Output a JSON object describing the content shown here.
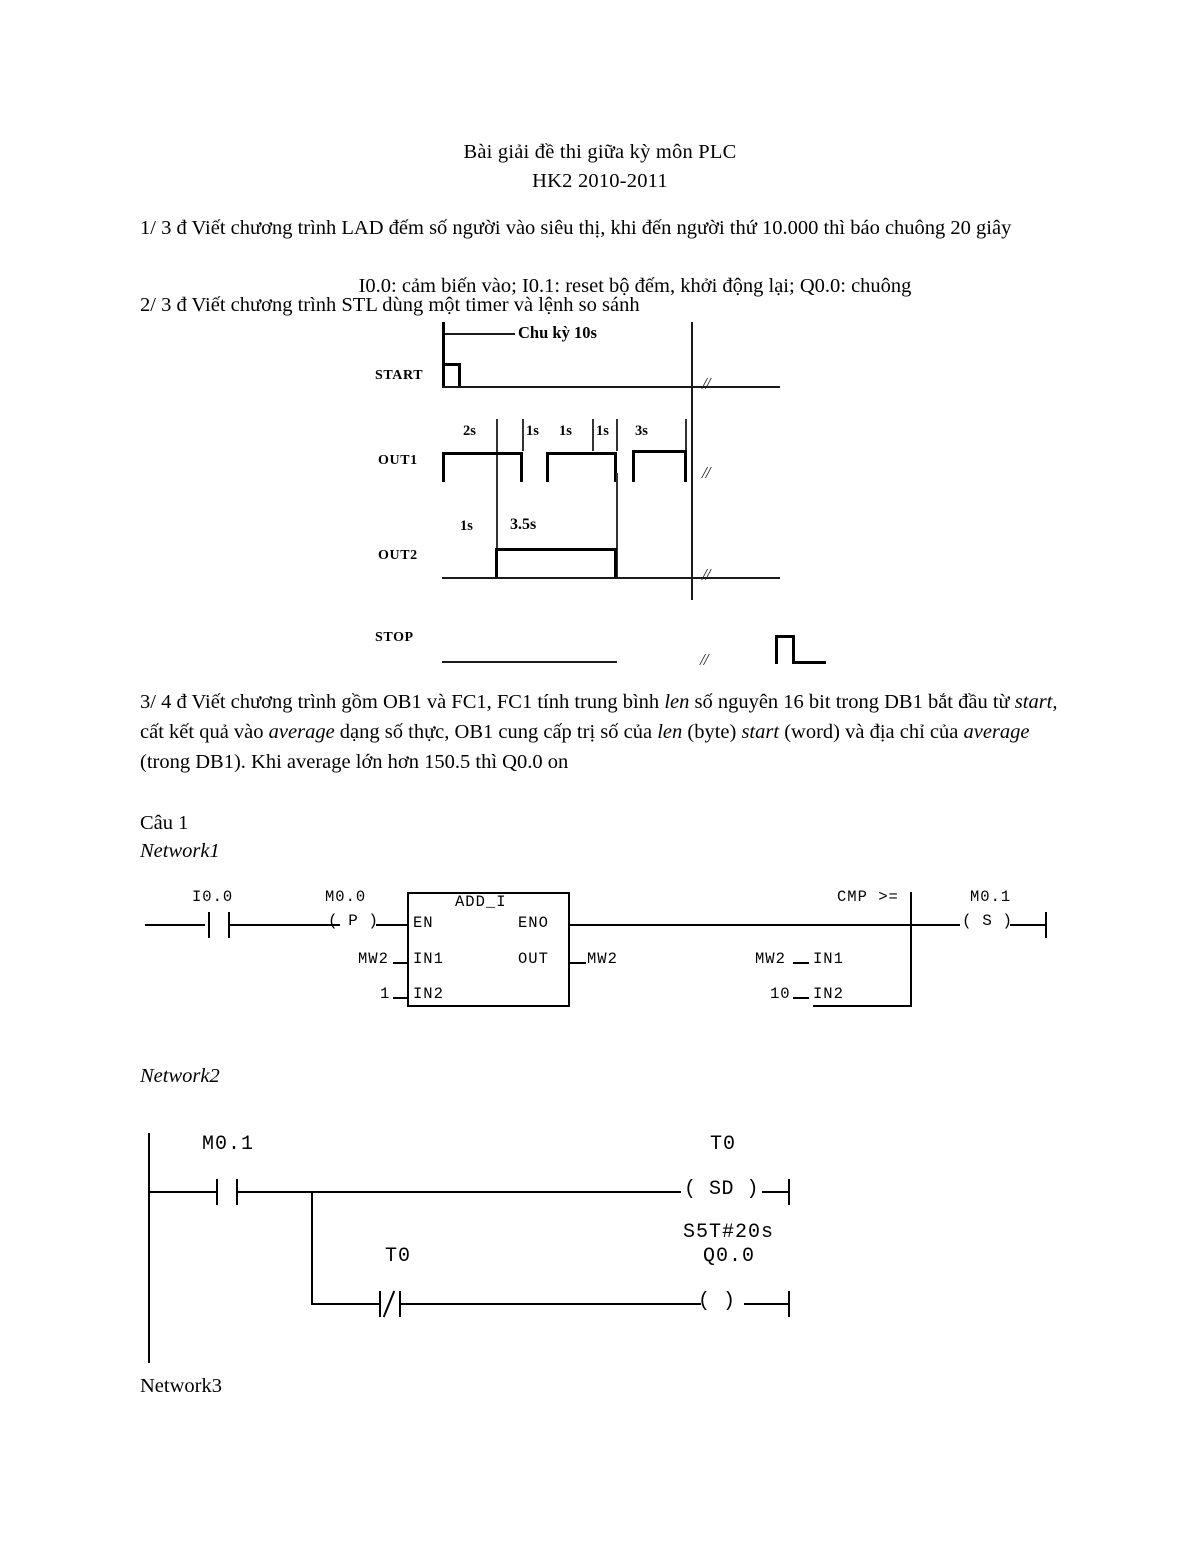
{
  "document": {
    "title": "Bài giải đề thi giữa kỳ môn PLC",
    "subtitle": "HK2 2010-2011",
    "question1": "1/ 3 đ Viết chương trình LAD đếm số người vào siêu thị, khi đến người thứ 10.000 thì báo chuông 20 giây",
    "question1_io": "I0.0: cảm biến vào; I0.1: reset bộ đếm, khởi động lại; Q0.0: chuông",
    "question2": "2/ 3 đ Viết chương trình STL dùng một timer và lệnh so sánh",
    "question3_line1": "3/ 4 đ Viết chương trình  gồm OB1 và FC1, FC1 tính trung bình ",
    "question3_em1": "len",
    "question3_line1b": " số nguyên 16 bit trong DB1 bắt đầu từ ",
    "question3_em2": "start",
    "question3_line2": ", cất kết quả vào ",
    "question3_em3": "average",
    "question3_line2b": " dạng số thực, OB1 cung cấp trị số của ",
    "question3_em4": "len",
    "question3_line2c": " (byte) ",
    "question3_em5": "start",
    "question3_line2d": " (word) và địa chỉ của ",
    "question3_em6": "average",
    "question3_line3": " (trong DB1). Khi average lớn hơn 150.5 thì Q0.0 on",
    "section_cau1": "Câu 1",
    "network1_label": "Network1",
    "network2_label": "Network2",
    "network3_label": "Network3"
  },
  "timing_diagram": {
    "period_label": "Chu kỳ 10s",
    "signals": [
      {
        "name": "START"
      },
      {
        "name": "OUT1"
      },
      {
        "name": "OUT2"
      },
      {
        "name": "STOP"
      }
    ],
    "out1_durations": [
      "2s",
      "1s",
      "1s",
      "1s",
      "3s"
    ],
    "out2_durations": [
      "1s",
      "3.5s"
    ],
    "break_marks": [
      "//",
      "//",
      "//",
      "//"
    ]
  },
  "network1": {
    "contact_label": "I0.0",
    "coil_label": "M0.0",
    "coil_type": "( P )",
    "block_name": "ADD_I",
    "block_en": "EN",
    "block_eno": "ENO",
    "block_in1": "IN1",
    "block_in2": "IN2",
    "block_out": "OUT",
    "in1_value": "MW2",
    "in2_value": "1",
    "out_value": "MW2",
    "cmp_name": "CMP >=",
    "cmp_in1": "IN1",
    "cmp_in2": "IN2",
    "cmp_in1_value": "MW2",
    "cmp_in2_value": "10",
    "set_coil_label": "M0.1",
    "set_coil_type": "( S )"
  },
  "network2": {
    "contact_label": "M0.1",
    "timer_label": "T0",
    "timer_coil_type": "( SD )",
    "timer_preset": "S5T#20s",
    "nc_contact_label": "T0",
    "output_label": "Q0.0",
    "output_coil_type": "( )"
  }
}
